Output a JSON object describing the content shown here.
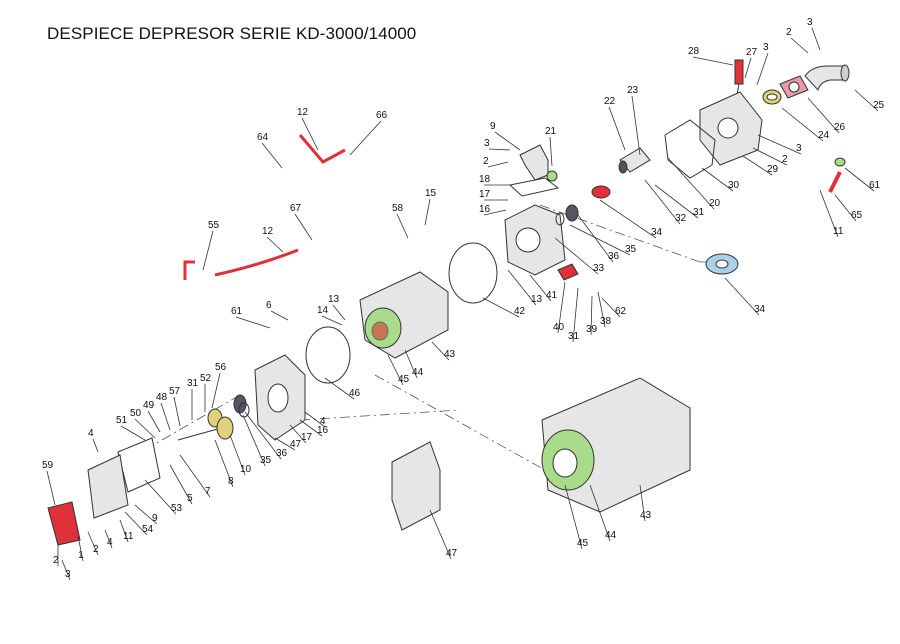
{
  "title": "DESPIECE DEPRESOR SERIE KD-3000/14000",
  "colors": {
    "red": "#e0303a",
    "pink": "#e89aa8",
    "green": "#a8dc8a",
    "blue": "#a9d2e8",
    "grey": "#e6e6e6",
    "dark": "#555555"
  },
  "labels": [
    {
      "id": "l-3a",
      "text": "3"
    },
    {
      "id": "l-2a",
      "text": "2"
    },
    {
      "id": "l-28",
      "text": "28"
    },
    {
      "id": "l-3b",
      "text": "3"
    },
    {
      "id": "l-27",
      "text": "27"
    },
    {
      "id": "l-25",
      "text": "25"
    },
    {
      "id": "l-26",
      "text": "26"
    },
    {
      "id": "l-24",
      "text": "24"
    },
    {
      "id": "l-22",
      "text": "22"
    },
    {
      "id": "l-23",
      "text": "23"
    },
    {
      "id": "l-12a",
      "text": "12"
    },
    {
      "id": "l-66",
      "text": "66"
    },
    {
      "id": "l-64",
      "text": "64"
    },
    {
      "id": "l-9a",
      "text": "9"
    },
    {
      "id": "l-21",
      "text": "21"
    },
    {
      "id": "l-3c",
      "text": "3"
    },
    {
      "id": "l-2b",
      "text": "2"
    },
    {
      "id": "l-3d",
      "text": "3"
    },
    {
      "id": "l-2c",
      "text": "2"
    },
    {
      "id": "l-29",
      "text": "29"
    },
    {
      "id": "l-30",
      "text": "30"
    },
    {
      "id": "l-20",
      "text": "20"
    },
    {
      "id": "l-61a",
      "text": "61"
    },
    {
      "id": "l-18",
      "text": "18"
    },
    {
      "id": "l-17a",
      "text": "17"
    },
    {
      "id": "l-16a",
      "text": "16"
    },
    {
      "id": "l-15",
      "text": "15"
    },
    {
      "id": "l-58",
      "text": "58"
    },
    {
      "id": "l-31a",
      "text": "31"
    },
    {
      "id": "l-32",
      "text": "32"
    },
    {
      "id": "l-34a",
      "text": "34"
    },
    {
      "id": "l-65",
      "text": "65"
    },
    {
      "id": "l-11a",
      "text": "11"
    },
    {
      "id": "l-55",
      "text": "55"
    },
    {
      "id": "l-12b",
      "text": "12"
    },
    {
      "id": "l-67",
      "text": "67"
    },
    {
      "id": "l-35a",
      "text": "35"
    },
    {
      "id": "l-36a",
      "text": "36"
    },
    {
      "id": "l-33",
      "text": "33"
    },
    {
      "id": "l-13a",
      "text": "13"
    },
    {
      "id": "l-42",
      "text": "42"
    },
    {
      "id": "l-41",
      "text": "41"
    },
    {
      "id": "l-34b",
      "text": "34"
    },
    {
      "id": "l-40",
      "text": "40"
    },
    {
      "id": "l-31b",
      "text": "31"
    },
    {
      "id": "l-39",
      "text": "39"
    },
    {
      "id": "l-38",
      "text": "38"
    },
    {
      "id": "l-62",
      "text": "62"
    },
    {
      "id": "l-13b",
      "text": "13"
    },
    {
      "id": "l-14",
      "text": "14"
    },
    {
      "id": "l-6",
      "text": "6"
    },
    {
      "id": "l-61b",
      "text": "61"
    },
    {
      "id": "l-43a",
      "text": "43"
    },
    {
      "id": "l-44a",
      "text": "44"
    },
    {
      "id": "l-45a",
      "text": "45"
    },
    {
      "id": "l-46",
      "text": "46"
    },
    {
      "id": "l-56",
      "text": "56"
    },
    {
      "id": "l-31c",
      "text": "31"
    },
    {
      "id": "l-52",
      "text": "52"
    },
    {
      "id": "l-57",
      "text": "57"
    },
    {
      "id": "l-48",
      "text": "48"
    },
    {
      "id": "l-49",
      "text": "49"
    },
    {
      "id": "l-50",
      "text": "50"
    },
    {
      "id": "l-51",
      "text": "51"
    },
    {
      "id": "l-4a",
      "text": "4"
    },
    {
      "id": "l-4b",
      "text": "4"
    },
    {
      "id": "l-16b",
      "text": "16"
    },
    {
      "id": "l-17b",
      "text": "17"
    },
    {
      "id": "l-47a",
      "text": "47"
    },
    {
      "id": "l-36b",
      "text": "36"
    },
    {
      "id": "l-35b",
      "text": "35"
    },
    {
      "id": "l-10",
      "text": "10"
    },
    {
      "id": "l-8",
      "text": "8"
    },
    {
      "id": "l-7",
      "text": "7"
    },
    {
      "id": "l-5",
      "text": "5"
    },
    {
      "id": "l-53",
      "text": "53"
    },
    {
      "id": "l-9b",
      "text": "9"
    },
    {
      "id": "l-54",
      "text": "54"
    },
    {
      "id": "l-59",
      "text": "59"
    },
    {
      "id": "l-11b",
      "text": "11"
    },
    {
      "id": "l-4c",
      "text": "4"
    },
    {
      "id": "l-2d",
      "text": "2"
    },
    {
      "id": "l-1",
      "text": "1"
    },
    {
      "id": "l-2e",
      "text": "2"
    },
    {
      "id": "l-3e",
      "text": "3"
    },
    {
      "id": "l-43b",
      "text": "43"
    },
    {
      "id": "l-44b",
      "text": "44"
    },
    {
      "id": "l-45b",
      "text": "45"
    },
    {
      "id": "l-47b",
      "text": "47"
    }
  ]
}
